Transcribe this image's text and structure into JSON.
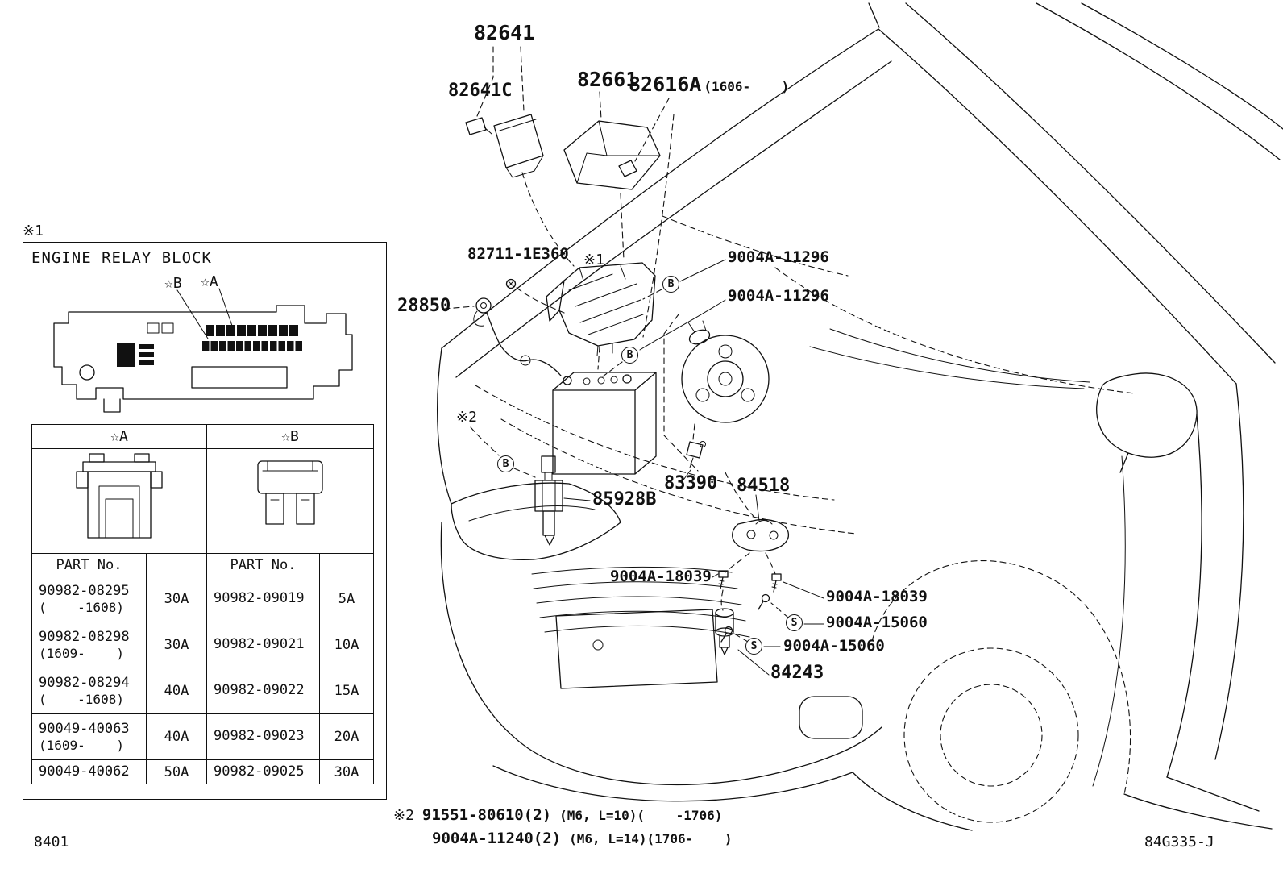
{
  "page": {
    "drawing_number": "8401",
    "figure_code": "84G335-J"
  },
  "callouts": {
    "c82641": "82641",
    "c82641C": "82641C",
    "c82661": "82661",
    "c82616A": "82616A",
    "c82616A_date": "(1606-    )",
    "c82711_1E360": "82711-1E360",
    "ref1": "※1",
    "ref2": "※2",
    "c9004A_11296_a": "9004A-11296",
    "c9004A_11296_b": "9004A-11296",
    "c28850": "28850",
    "c85928B": "85928B",
    "c83390": "83390",
    "c84518": "84518",
    "c9004A_18039_a": "9004A-18039",
    "c9004A_18039_b": "9004A-18039",
    "c9004A_15060_a": "9004A-15060",
    "c9004A_15060_b": "9004A-15060",
    "c84243": "84243",
    "circle_b": "B",
    "circle_s": "S"
  },
  "notes": {
    "ref": "※2",
    "rows": [
      {
        "part": "91551-80610(2)",
        "detail": "(M6, L=10)(    -1706)"
      },
      {
        "part": "9004A-11240(2)",
        "detail": "(M6, L=14)(1706-    )"
      }
    ]
  },
  "relay_block_panel": {
    "ref": "※1",
    "title": "ENGINE RELAY BLOCK",
    "marker_b": "☆B",
    "marker_a": "☆A",
    "table": {
      "header_a": "☆A",
      "header_b": "☆B",
      "part_no_label": "PART No.",
      "rows": [
        {
          "a_part": "90982-08295",
          "a_date": "(    -1608)",
          "a_amp": "30A",
          "b_part": "90982-09019",
          "b_amp": "5A"
        },
        {
          "a_part": "90982-08298",
          "a_date": "(1609-    )",
          "a_amp": "30A",
          "b_part": "90982-09021",
          "b_amp": "10A"
        },
        {
          "a_part": "90982-08294",
          "a_date": "(    -1608)",
          "a_amp": "40A",
          "b_part": "90982-09022",
          "b_amp": "15A"
        },
        {
          "a_part": "90049-40063",
          "a_date": "(1609-    )",
          "a_amp": "40A",
          "b_part": "90982-09023",
          "b_amp": "20A"
        },
        {
          "a_part": "90049-40062",
          "a_date": "",
          "a_amp": "50A",
          "b_part": "90982-09025",
          "b_amp": "30A"
        }
      ]
    }
  }
}
